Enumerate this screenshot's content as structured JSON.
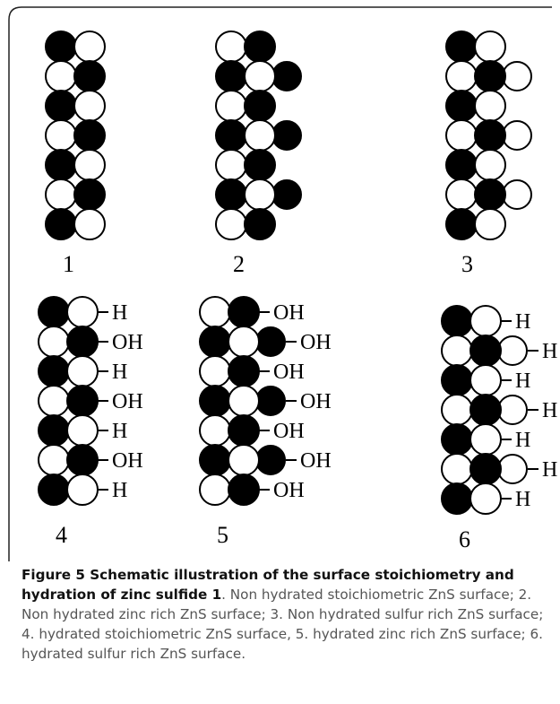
{
  "panel_numbers": [
    "1",
    "2",
    "3",
    "4",
    "5",
    "6"
  ],
  "labels": {
    "h": "H",
    "oh": "OH"
  },
  "panels": [
    {
      "number": "1",
      "rows": [
        [
          "B",
          "W"
        ],
        [
          "W",
          "B"
        ],
        [
          "B",
          "W"
        ],
        [
          "W",
          "B"
        ],
        [
          "B",
          "W"
        ],
        [
          "W",
          "B"
        ],
        [
          "B",
          "W"
        ]
      ],
      "extras": [],
      "labels": []
    },
    {
      "number": "2",
      "rows": [
        [
          "W",
          "B"
        ],
        [
          "B",
          "W"
        ],
        [
          "W",
          "B"
        ],
        [
          "B",
          "W"
        ],
        [
          "W",
          "B"
        ],
        [
          "B",
          "W"
        ],
        [
          "W",
          "B"
        ]
      ],
      "extras": [
        {
          "row": 1,
          "fill": "B"
        },
        {
          "row": 3,
          "fill": "B"
        },
        {
          "row": 5,
          "fill": "B"
        }
      ],
      "labels": []
    },
    {
      "number": "3",
      "rows": [
        [
          "B",
          "W"
        ],
        [
          "W",
          "B"
        ],
        [
          "B",
          "W"
        ],
        [
          "W",
          "B"
        ],
        [
          "B",
          "W"
        ],
        [
          "W",
          "B"
        ],
        [
          "B",
          "W"
        ]
      ],
      "extras": [
        {
          "row": 1,
          "fill": "W"
        },
        {
          "row": 3,
          "fill": "W"
        },
        {
          "row": 5,
          "fill": "W"
        }
      ],
      "labels": []
    },
    {
      "number": "4",
      "rows": [
        [
          "B",
          "W"
        ],
        [
          "W",
          "B"
        ],
        [
          "B",
          "W"
        ],
        [
          "W",
          "B"
        ],
        [
          "B",
          "W"
        ],
        [
          "W",
          "B"
        ],
        [
          "B",
          "W"
        ]
      ],
      "extras": [],
      "labels": [
        "H",
        "OH",
        "H",
        "OH",
        "H",
        "OH",
        "H"
      ]
    },
    {
      "number": "5",
      "rows": [
        [
          "W",
          "B"
        ],
        [
          "B",
          "W"
        ],
        [
          "W",
          "B"
        ],
        [
          "B",
          "W"
        ],
        [
          "W",
          "B"
        ],
        [
          "B",
          "W"
        ],
        [
          "W",
          "B"
        ]
      ],
      "extras": [
        {
          "row": 1,
          "fill": "B"
        },
        {
          "row": 3,
          "fill": "B"
        },
        {
          "row": 5,
          "fill": "B"
        }
      ],
      "labels": [
        "OH",
        "OH",
        "OH",
        "OH",
        "OH",
        "OH",
        "OH"
      ]
    },
    {
      "number": "6",
      "rows": [
        [
          "B",
          "W"
        ],
        [
          "W",
          "B"
        ],
        [
          "B",
          "W"
        ],
        [
          "W",
          "B"
        ],
        [
          "B",
          "W"
        ],
        [
          "W",
          "B"
        ],
        [
          "B",
          "W"
        ]
      ],
      "extras": [
        {
          "row": 1,
          "fill": "W"
        },
        {
          "row": 3,
          "fill": "W"
        },
        {
          "row": 5,
          "fill": "W"
        }
      ],
      "labels": [
        "H",
        "H",
        "H",
        "H",
        "H",
        "H",
        "H"
      ]
    }
  ],
  "caption": {
    "bold": "Figure 5 Schematic illustration of the surface stoichiometry and hydration of zinc sulfide 1",
    "text": ". Non hydrated stoichiometric ZnS surface; 2. Non hydrated zinc rich ZnS surface; 3. Non hydrated sulfur rich ZnS surface; 4. hydrated stoichiometric ZnS surface, 5. hydrated zinc rich ZnS surface; 6. hydrated sulfur rich ZnS surface."
  }
}
